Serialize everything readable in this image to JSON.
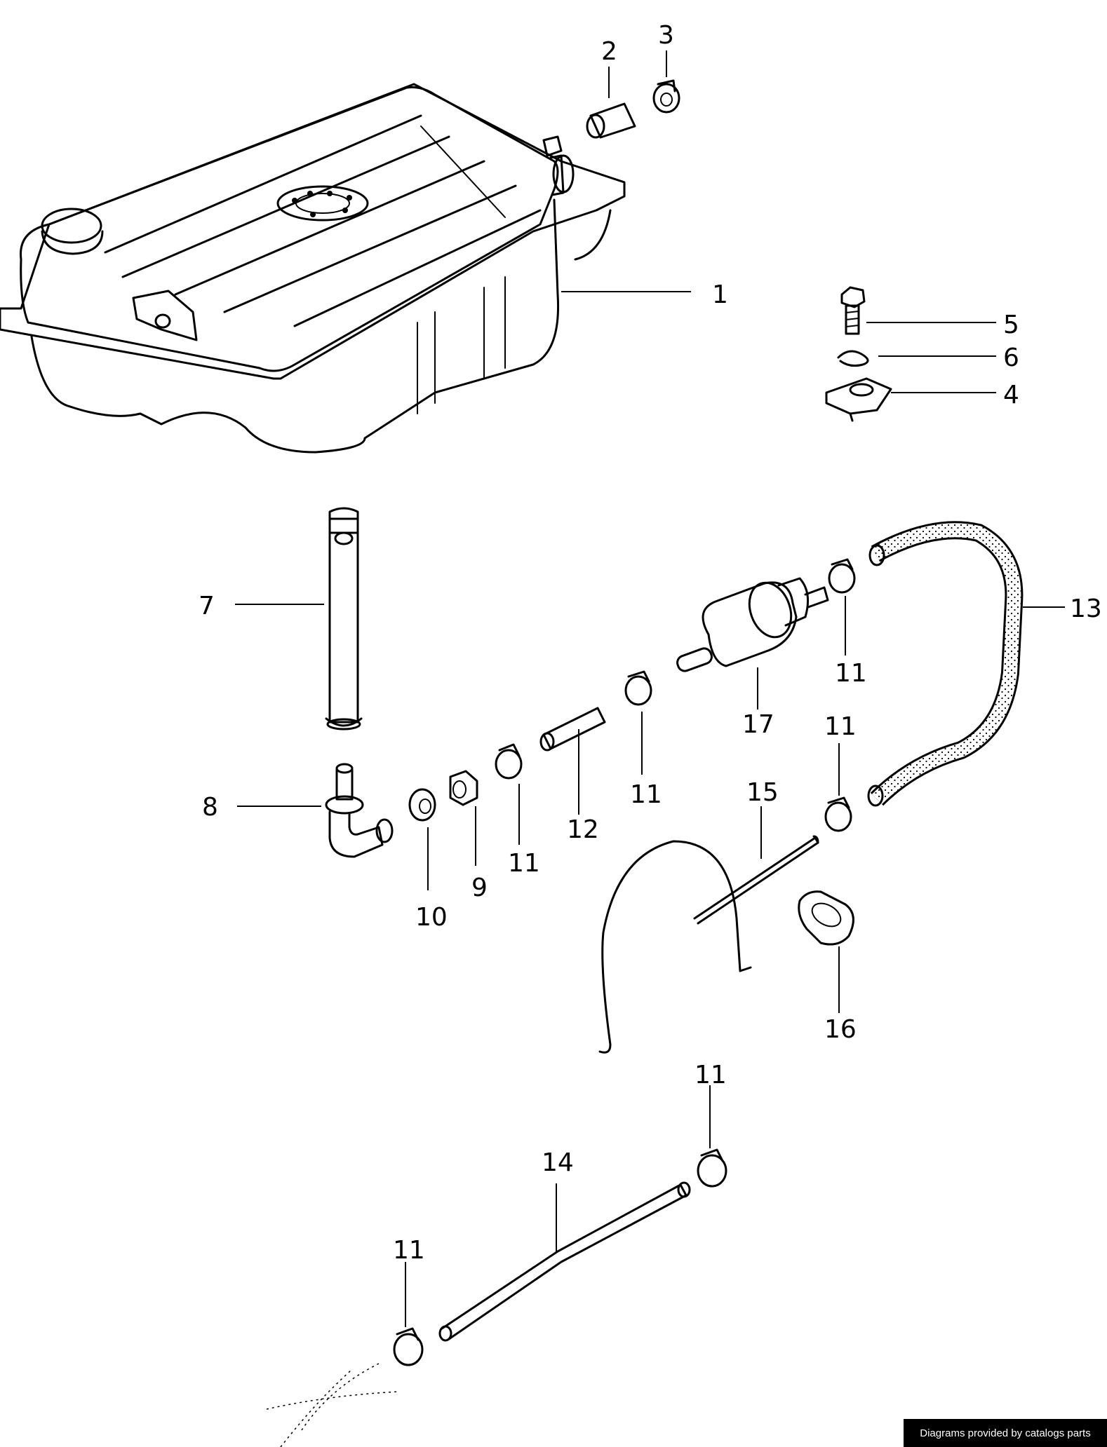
{
  "callouts": [
    {
      "id": "c1",
      "text": "1"
    },
    {
      "id": "c2",
      "text": "2"
    },
    {
      "id": "c3",
      "text": "3"
    },
    {
      "id": "c5",
      "text": "5"
    },
    {
      "id": "c6",
      "text": "6"
    },
    {
      "id": "c4",
      "text": "4"
    },
    {
      "id": "c7",
      "text": "7"
    },
    {
      "id": "c13",
      "text": "13"
    },
    {
      "id": "c11a",
      "text": "11"
    },
    {
      "id": "c17",
      "text": "17"
    },
    {
      "id": "c11b",
      "text": "11"
    },
    {
      "id": "c8",
      "text": "8"
    },
    {
      "id": "c11c",
      "text": "11"
    },
    {
      "id": "c15",
      "text": "15"
    },
    {
      "id": "c12",
      "text": "12"
    },
    {
      "id": "c11d",
      "text": "11"
    },
    {
      "id": "c9",
      "text": "9"
    },
    {
      "id": "c10",
      "text": "10"
    },
    {
      "id": "c16",
      "text": "16"
    },
    {
      "id": "c11e",
      "text": "11"
    },
    {
      "id": "c14",
      "text": "14"
    },
    {
      "id": "c11f",
      "text": "11"
    }
  ],
  "footer": {
    "credit": "Diagrams provided by catalogs parts"
  }
}
